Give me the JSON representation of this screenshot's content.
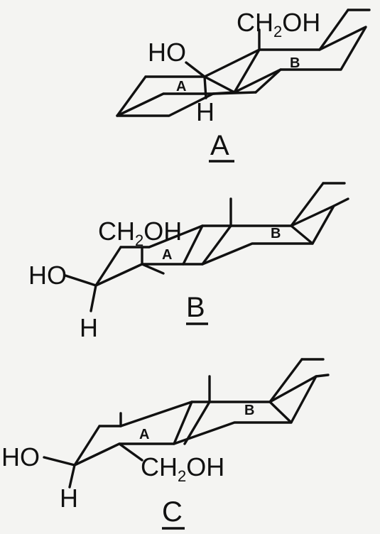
{
  "structures": [
    {
      "id": "A",
      "caption": "A",
      "ch2oh_prefix": "CH",
      "ch2oh_sub": "2",
      "ch2oh_suffix": "OH",
      "ho_label": "HO",
      "h_label": "H",
      "ring_a_label": "A",
      "ring_b_label": "B"
    },
    {
      "id": "B",
      "caption": "B",
      "ch2oh_prefix": "CH",
      "ch2oh_sub": "2",
      "ch2oh_suffix": "OH",
      "ho_label": "HO",
      "h_label": "H",
      "ring_a_label": "A",
      "ring_b_label": "B"
    },
    {
      "id": "C",
      "caption": "C",
      "ch2oh_prefix": "CH",
      "ch2oh_sub": "2",
      "ch2oh_suffix": "OH",
      "ho_label": "HO",
      "h_label": "H",
      "ring_a_label": "A",
      "ring_b_label": "B"
    }
  ]
}
